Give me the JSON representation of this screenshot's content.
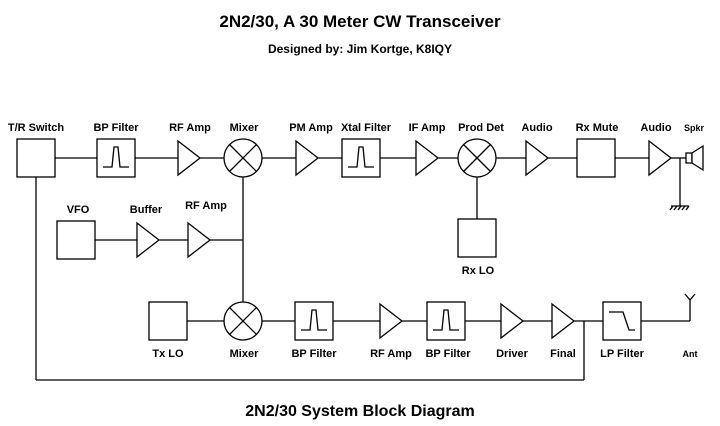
{
  "header": {
    "title": "2N2/30, A 30 Meter CW Transceiver",
    "subtitle": "Designed by:  Jim Kortge, K8IQY"
  },
  "footer": {
    "caption": "2N2/30 System Block Diagram"
  },
  "blocks": {
    "tr_switch": "T/R Switch",
    "rx_bp_filter": "BP Filter",
    "rx_rf_amp": "RF Amp",
    "rx_mixer": "Mixer",
    "pm_amp": "PM Amp",
    "xtal_filter": "Xtal Filter",
    "if_amp": "IF Amp",
    "prod_det": "Prod Det",
    "audio_1": "Audio",
    "rx_mute": "Rx Mute",
    "audio_2": "Audio",
    "speaker": "Spkr",
    "vfo": "VFO",
    "buffer": "Buffer",
    "vfo_rf_amp": "RF Amp",
    "rx_lo": "Rx LO",
    "tx_lo": "Tx LO",
    "tx_mixer": "Mixer",
    "tx_bp_filter_1": "BP Filter",
    "tx_rf_amp": "RF Amp",
    "tx_bp_filter_2": "BP Filter",
    "driver": "Driver",
    "final": "Final",
    "lp_filter": "LP Filter",
    "antenna": "Ant"
  }
}
